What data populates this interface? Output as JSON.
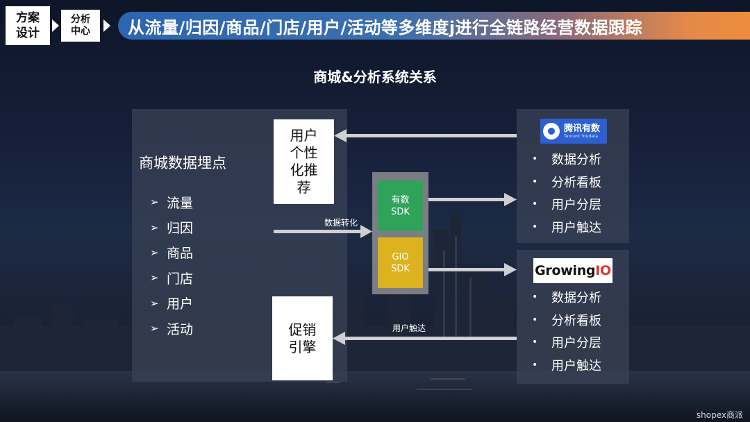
{
  "header": {
    "tag1": "方案设计",
    "tag2": "分析中心",
    "banner": "从流量/归因/商品/门店/用户/活动等多维度j进行全链路经营数据跟踪"
  },
  "title": "商城&分析系统关系",
  "left_panel": {
    "title": "商城数据埋点",
    "items": [
      "流量",
      "归因",
      "商品",
      "门店",
      "用户",
      "活动"
    ]
  },
  "boxes": {
    "recommend": "用户个性化推荐",
    "promo": "促销引擎"
  },
  "sdk": {
    "youshu": "有数SDK",
    "gio": "GIO SDK"
  },
  "arrow_labels": {
    "data_convert": "数据转化",
    "user_reach": "用户触达"
  },
  "tencent": {
    "logo_cn": "腾讯有数",
    "logo_en": "Tencent Youdata",
    "items": [
      "数据分析",
      "分析看板",
      "用户分层",
      "用户触达"
    ]
  },
  "growingio": {
    "logo_main": "Growing",
    "logo_io": "IO",
    "items": [
      "数据分析",
      "分析看板",
      "用户分层",
      "用户触达"
    ]
  },
  "footer": "shopex商派",
  "colors": {
    "sdk_green": "#2fa35a",
    "sdk_yellow": "#dcb21e",
    "tencent_blue": "#2c5fd0",
    "gio_red": "#e2342c"
  }
}
